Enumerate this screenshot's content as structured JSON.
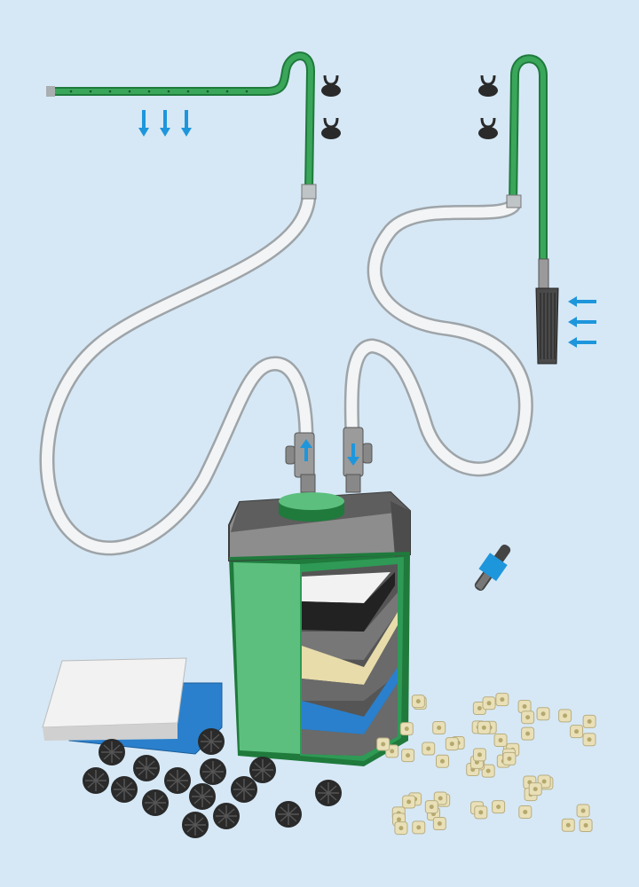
{
  "colors": {
    "background": "#d6e8f6",
    "tube_green": "#3aa65a",
    "tube_green_dark": "#1f7a3c",
    "hose": "#f2f4f5",
    "hose_outline": "#9ea4a8",
    "filter_green": "#2e9a55",
    "filter_green_light": "#5cbf7d",
    "lid_gray": "#8d8d8d",
    "lid_dark": "#5e5e5e",
    "arrow_blue": "#1e96dc",
    "sponge_blue": "#2a80cc",
    "sponge_white": "#f0f0f0",
    "bio_ball": "#2a2a2a",
    "ceramic": "#e9e0b8"
  },
  "icons": [
    "spray-bar",
    "suction-cup",
    "intake-strainer",
    "flow-arrow",
    "impeller",
    "bio-ball",
    "ceramic-ring",
    "filter-sponge"
  ]
}
